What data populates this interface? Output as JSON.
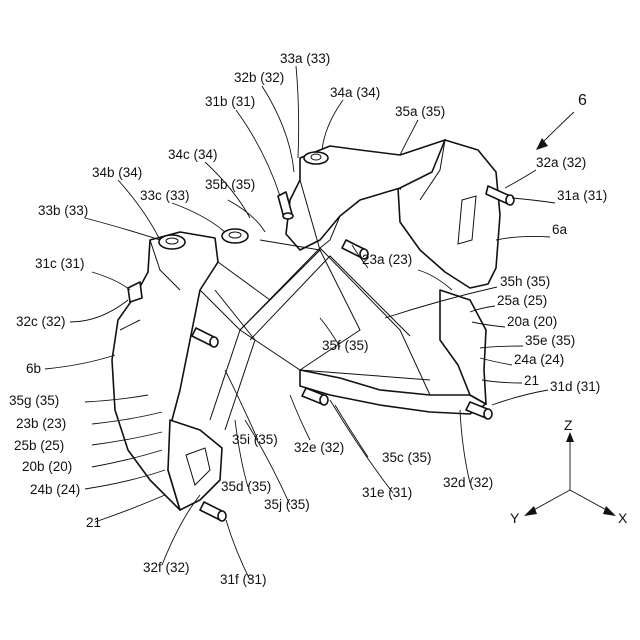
{
  "figure": {
    "number": "6"
  },
  "axes": {
    "z": "Z",
    "y": "Y",
    "x": "X"
  },
  "labels": {
    "33a": "33a (33)",
    "32b": "32b (32)",
    "34a": "34a (34)",
    "31b": "31b (31)",
    "35a": "35a (35)",
    "34c": "34c (34)",
    "34b": "34b (34)",
    "35b": "35b (35)",
    "33c": "33c (33)",
    "32a": "32a (32)",
    "31a": "31a (31)",
    "33b": "33b (33)",
    "6a": "6a",
    "23a": "23a (23)",
    "31c": "31c (31)",
    "35h": "35h (35)",
    "25a": "25a (25)",
    "32c": "32c (32)",
    "20a": "20a (20)",
    "35f": "35f (35)",
    "35e": "35e (35)",
    "6b": "6b",
    "24a": "24a (24)",
    "21r": "21",
    "31d": "31d (31)",
    "35g": "35g (35)",
    "23b": "23b (23)",
    "35i": "35i (35)",
    "32e": "32e (32)",
    "25b": "25b (25)",
    "35c": "35c (35)",
    "20b": "20b (20)",
    "35d": "35d (35)",
    "32d": "32d (32)",
    "24b": "24b (24)",
    "31e": "31e (31)",
    "35j": "35j (35)",
    "21l": "21",
    "32f": "32f (32)",
    "31f": "31f (31)"
  }
}
